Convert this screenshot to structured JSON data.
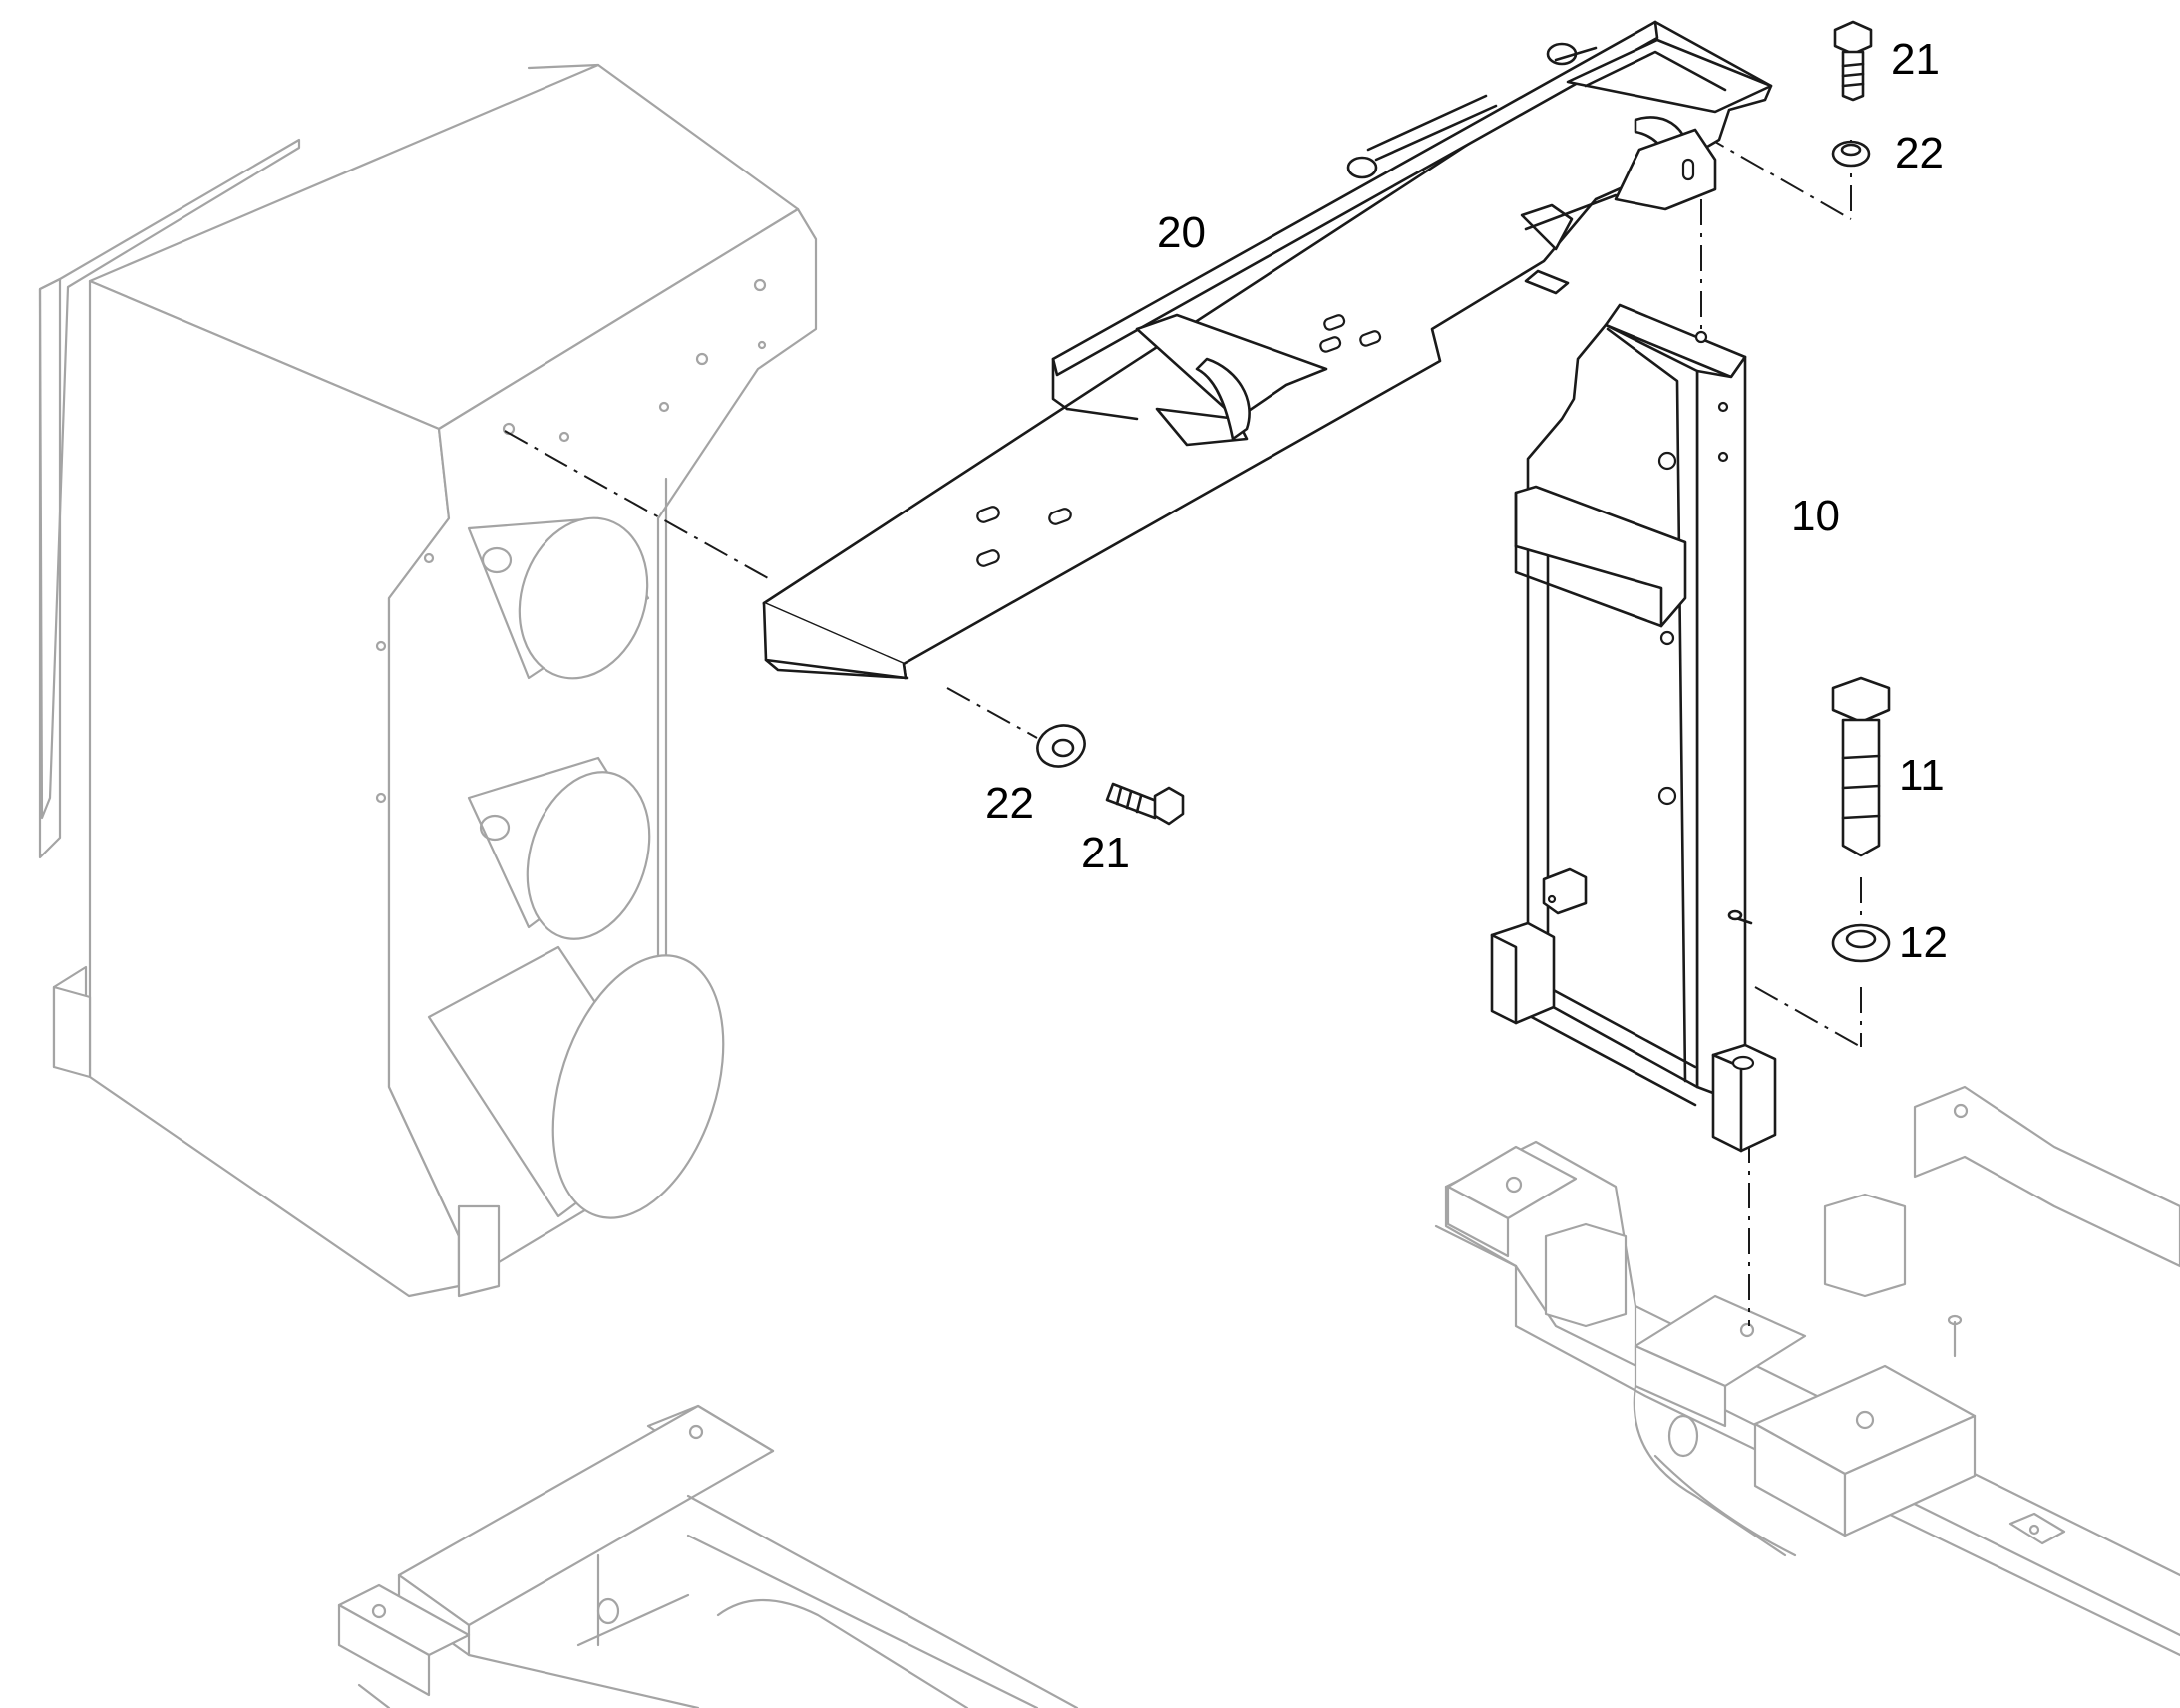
{
  "callouts": {
    "bracket_frame": "10",
    "bolt_long": "11",
    "lock_washer": "12",
    "support_plate": "20",
    "bolt_top": "21",
    "washer_top": "22",
    "washer_bottom": "22",
    "bolt_bottom": "21"
  },
  "colors": {
    "line_dark": "#1a1a1a",
    "line_faint": "#a4a4a4",
    "background": "#ffffff"
  }
}
